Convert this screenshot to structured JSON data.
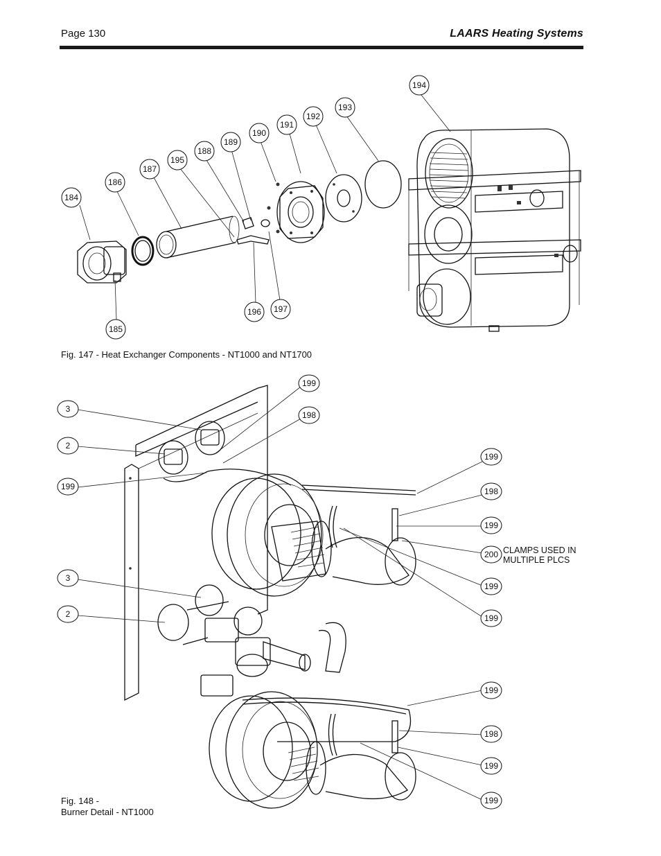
{
  "header": {
    "page_label": "Page 130",
    "brand": "LAARS Heating Systems"
  },
  "figure147": {
    "caption": "Fig. 147 - Heat Exchanger Components - NT1000 and NT1700",
    "callouts": [
      "184",
      "185",
      "186",
      "187",
      "195",
      "188",
      "189",
      "190",
      "191",
      "192",
      "193",
      "194",
      "196",
      "197"
    ]
  },
  "figure148": {
    "caption_line1": "Fig. 148 -",
    "caption_line2": "Burner Detail - NT1000",
    "callouts_left": [
      "3",
      "2",
      "199",
      "3",
      "2"
    ],
    "callouts_right": [
      "199",
      "198",
      "199",
      "198",
      "199",
      "200",
      "199",
      "199",
      "199",
      "198",
      "199",
      "199"
    ],
    "note_line1": "CLAMPS USED IN",
    "note_line2": "MULTIPLE PLCS"
  }
}
